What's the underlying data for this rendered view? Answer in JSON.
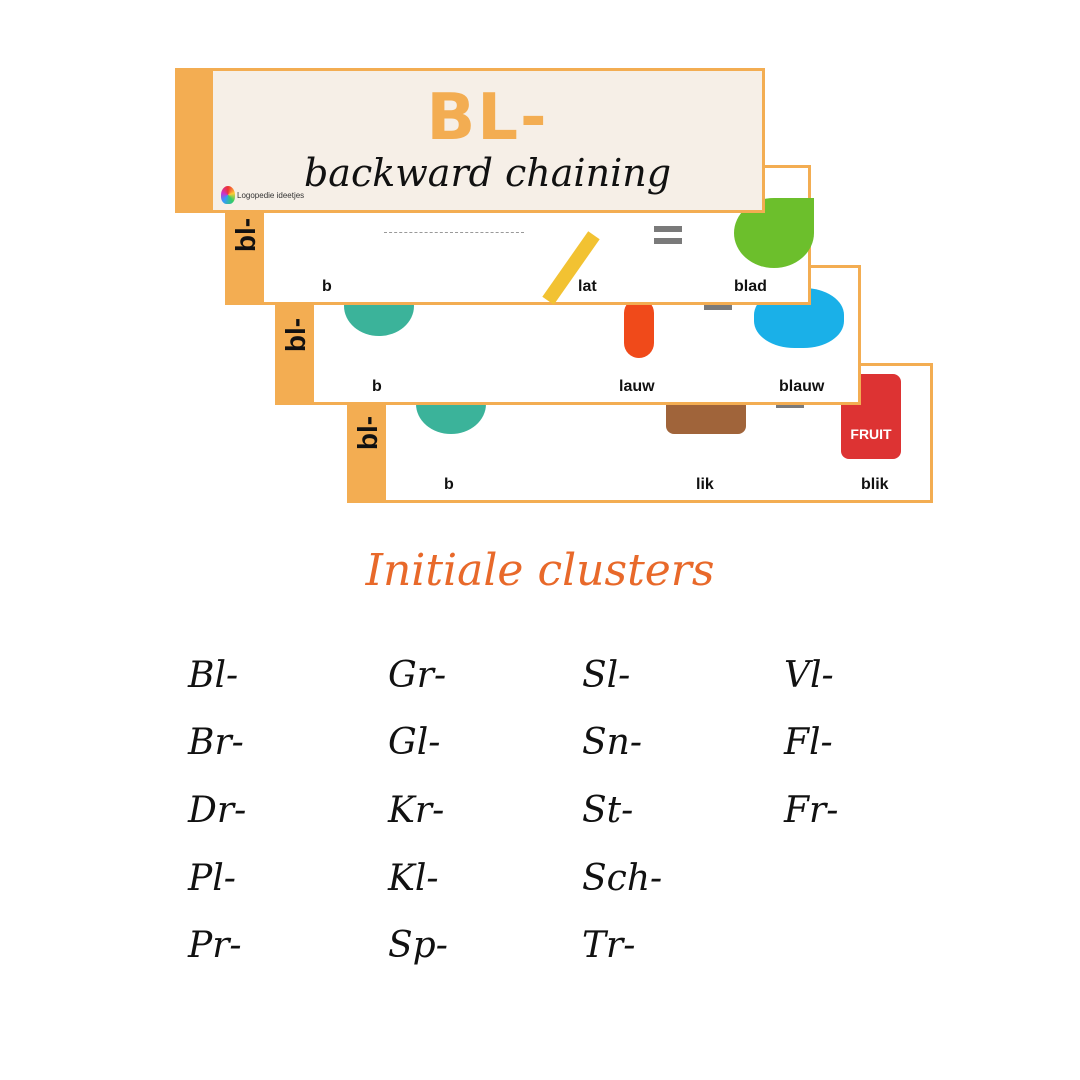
{
  "title_card": {
    "heading": "BL-",
    "subtitle": "backward chaining",
    "logo_text": "Logopedie ideetjes"
  },
  "cards": [
    {
      "tab": "bl-",
      "start": "b",
      "middle": "lat",
      "result": "blad",
      "middle_icon": "ruler-icon",
      "result_icon": "leaf-icon"
    },
    {
      "tab": "bl-",
      "start": "b",
      "middle": "lauw",
      "result": "blauw",
      "middle_icon": "thermometer-icon",
      "result_icon": "blue-splash-icon"
    },
    {
      "tab": "bl-",
      "start": "b",
      "middle": "lik",
      "result": "blik",
      "middle_icon": "boy-and-dog-icon",
      "result_icon": "fruit-can-icon",
      "can_label": "FRUIT"
    }
  ],
  "section_heading": "Initiale clusters",
  "clusters": [
    [
      "Bl-",
      "Br-",
      "Dr-",
      "Pl-",
      "Pr-"
    ],
    [
      "Gr-",
      "Gl-",
      "Kr-",
      "Kl-",
      "Sp-"
    ],
    [
      "Sl-",
      "Sn-",
      "St-",
      "Sch-",
      "Tr-"
    ],
    [
      "Vl-",
      "Fl-",
      "Fr-"
    ]
  ]
}
